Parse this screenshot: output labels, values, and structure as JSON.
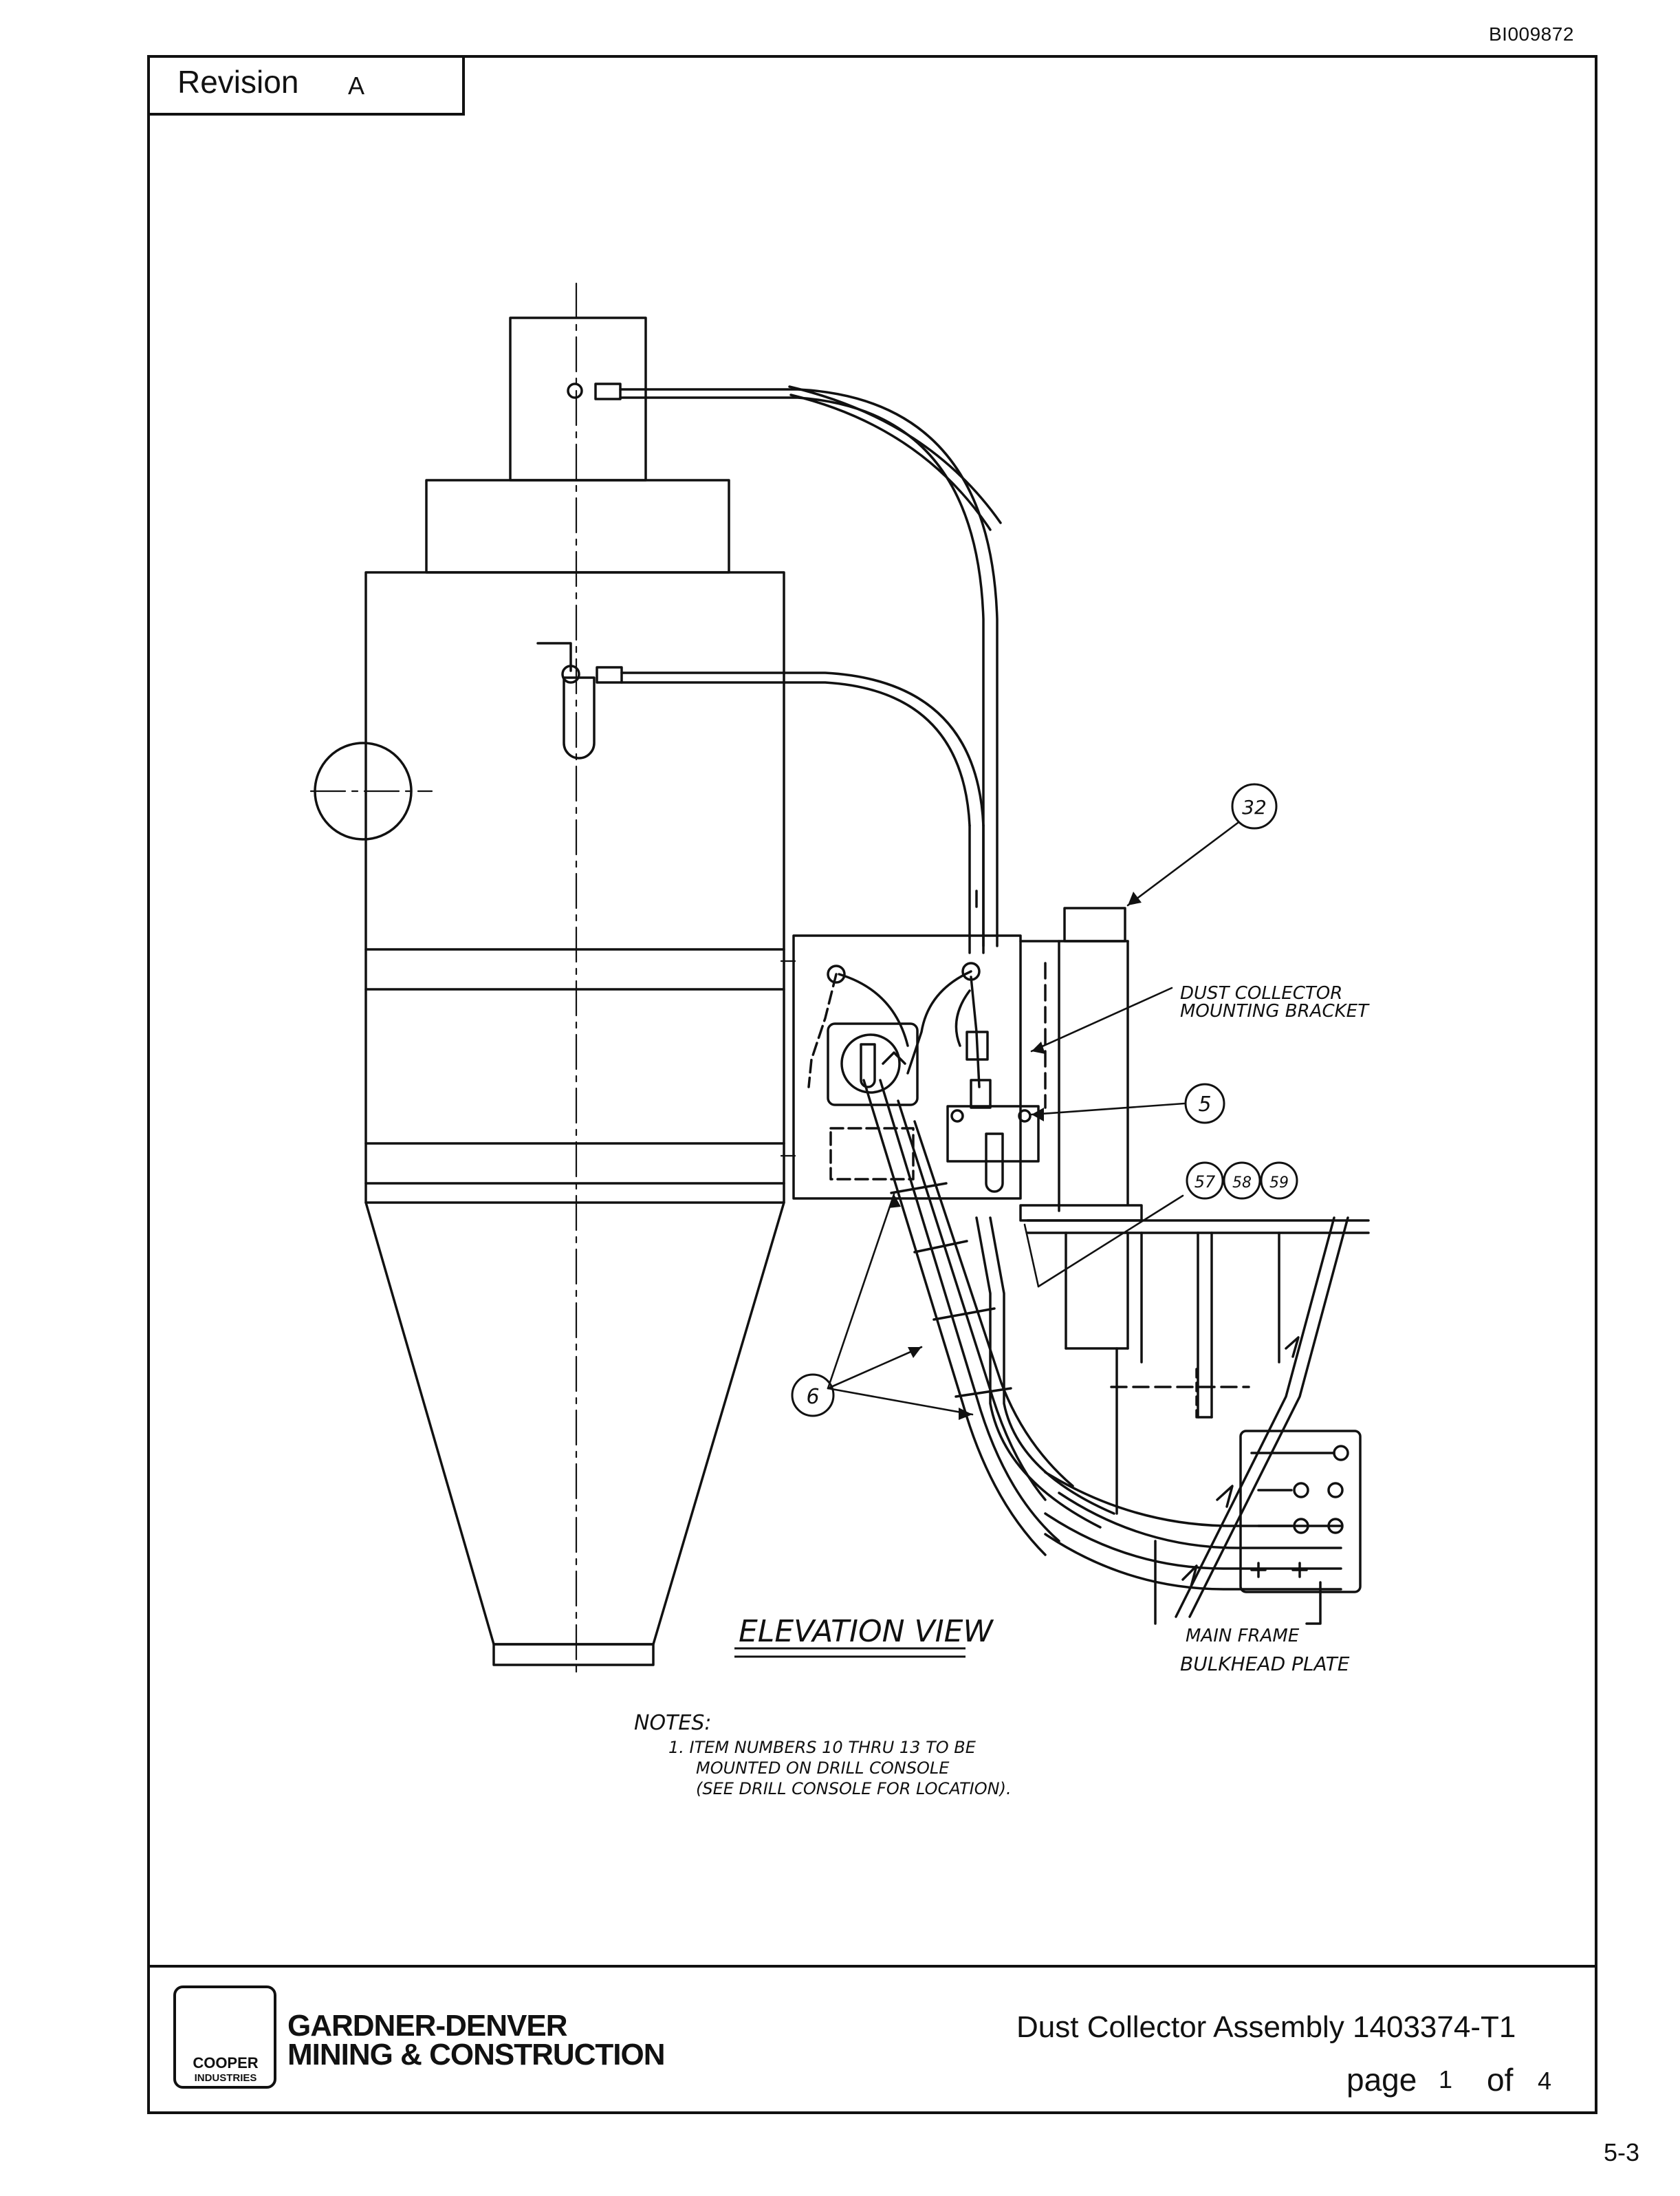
{
  "doc_id": "BI009872",
  "revision": {
    "label": "Revision",
    "value": "A"
  },
  "title_block": {
    "logo": {
      "brand": "COOPER",
      "sub": "INDUSTRIES"
    },
    "company_line1": "GARDNER-DENVER",
    "company_line2": "MINING & CONSTRUCTION",
    "document_title": "Dust Collector Assembly 1403374-T1",
    "page_label": "page",
    "page_number": "1",
    "of_label": "of",
    "page_total": "4"
  },
  "page_code": "5-3",
  "drawing": {
    "view_title": "ELEVATION VIEW",
    "callouts": {
      "c32": "32",
      "c5": "5",
      "c57": "57",
      "c58": "58",
      "c59": "59",
      "c6": "6"
    },
    "labels": {
      "bracket_line1": "DUST COLLECTOR",
      "bracket_line2": "MOUNTING BRACKET",
      "plate_line1": "MAIN FRAME",
      "plate_line2": "BULKHEAD PLATE"
    },
    "notes": {
      "heading": "NOTES:",
      "line1": "1.  ITEM NUMBERS 10 THRU 13 TO BE",
      "line2": "MOUNTED ON DRILL CONSOLE",
      "line3": "(SEE DRILL CONSOLE FOR LOCATION)."
    }
  }
}
